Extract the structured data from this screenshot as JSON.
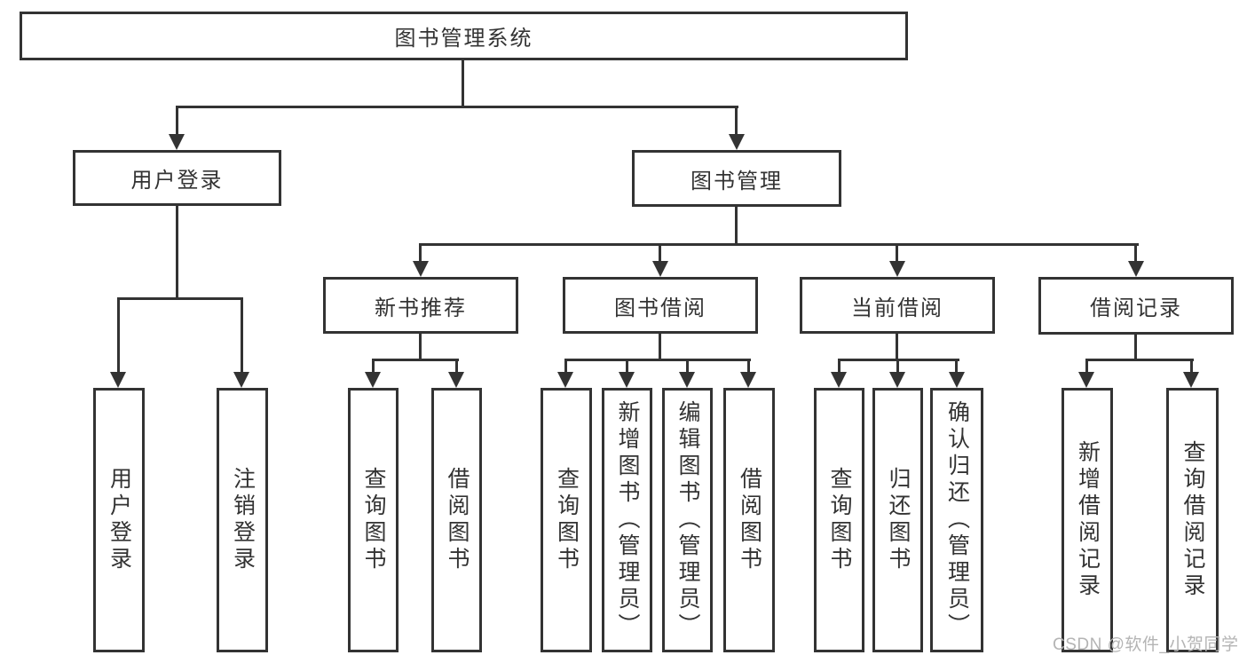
{
  "diagram_title": "图书管理系统",
  "nodes": {
    "root": "图书管理系统",
    "user_login": "用户登录",
    "book_mgmt": "图书管理",
    "new_book_rec": "新书推荐",
    "book_borrow": "图书借阅",
    "current_borrow": "当前借阅",
    "borrow_record": "借阅记录",
    "ul_login": "用户登录",
    "ul_logout": "注销登录",
    "nb_query": "查询图书",
    "nb_borrow": "借阅图书",
    "bb_query": "查询图书",
    "bb_add": "新增图书（管理员）",
    "bb_edit": "编辑图书（管理员）",
    "bb_borrow": "借阅图书",
    "cb_query": "查询图书",
    "cb_return": "归还图书",
    "cb_confirm": "确认归还（管理员）",
    "br_add": "新增借阅记录",
    "br_query": "查询借阅记录"
  },
  "watermark": "CSDN @软件_小贺同学",
  "colors": {
    "line": "#333333",
    "text": "#333333",
    "watermark": "#b4b4b4",
    "background": "#ffffff"
  }
}
